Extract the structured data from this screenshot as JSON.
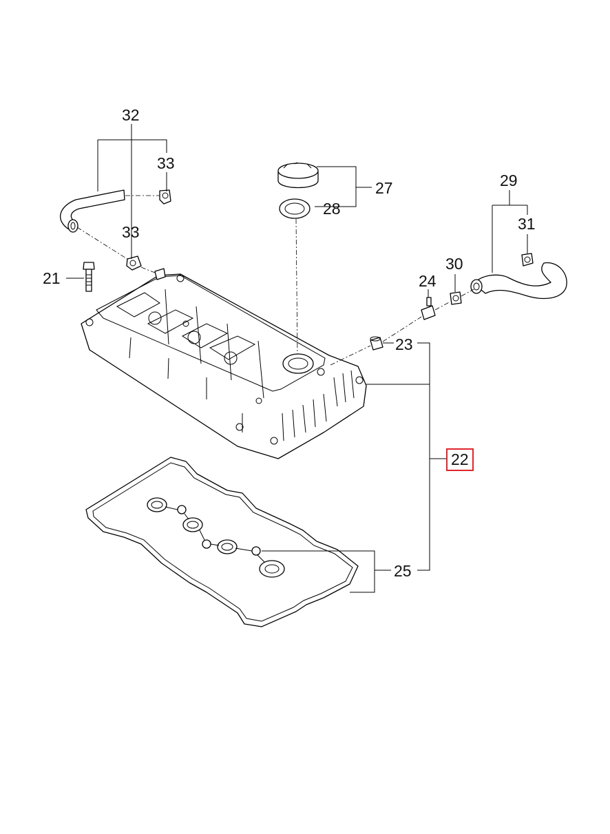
{
  "diagram": {
    "highlight_color": "#e0242b",
    "callouts": {
      "c21": "21",
      "c22": "22",
      "c23": "23",
      "c24": "24",
      "c25": "25",
      "c27": "27",
      "c28": "28",
      "c29": "29",
      "c30": "30",
      "c31": "31",
      "c32": "32",
      "c33_upper": "33",
      "c33_lower": "33"
    }
  }
}
